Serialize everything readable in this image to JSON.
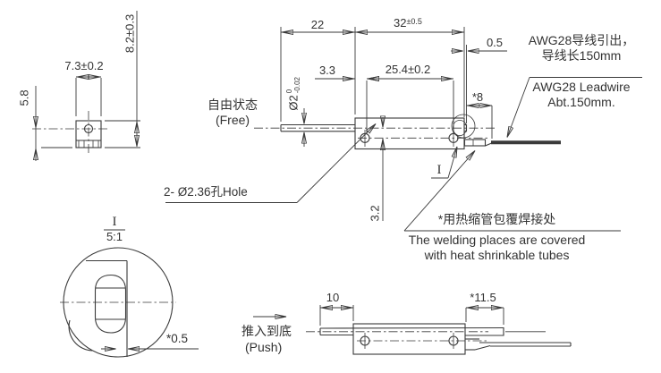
{
  "colors": {
    "line": "#3a3a3a",
    "text": "#333333",
    "background": "#ffffff"
  },
  "front_view": {
    "width_dim": "7.3±0.2",
    "height_dim": "8.2±0.3",
    "hole_height_dim": "5.8"
  },
  "free_view": {
    "state_zh": "自由状态",
    "state_en": "(Free)",
    "rod_length_dim": "22",
    "body_length_dim": "32",
    "body_length_tol": "±0.5",
    "tip_protrusion_dim": "0.5",
    "hole_offset_dim": "3.3",
    "hole_pitch_dim": "25.4±0.2",
    "tube_length_dim": "*8",
    "rod_dia_dim": "Ø2",
    "rod_dia_tol_upper": "0",
    "rod_dia_tol_lower": "-0.02",
    "axis_offset_dim": "3.2",
    "hole_callout": "2- Ø2.36孔Hole",
    "detail_ref": "I"
  },
  "leadwire_note": {
    "line1_zh": "AWG28导线引出，",
    "line2_zh": "导线长150mm",
    "line1_en": "AWG28 Leadwire",
    "line2_en": "Abt.150mm."
  },
  "welding_note": {
    "line_zh": "*用热缩管包覆焊接处",
    "line1_en": "The welding places are covered",
    "line2_en": "with heat shrinkable tubes"
  },
  "detail_view": {
    "label": "I",
    "scale": "5:1",
    "gap_dim": "*0.5"
  },
  "push_view": {
    "state_zh": "推入到底",
    "state_en": "(Push)",
    "rod_length_dim": "10",
    "tip_protrusion_dim": "*11.5"
  }
}
